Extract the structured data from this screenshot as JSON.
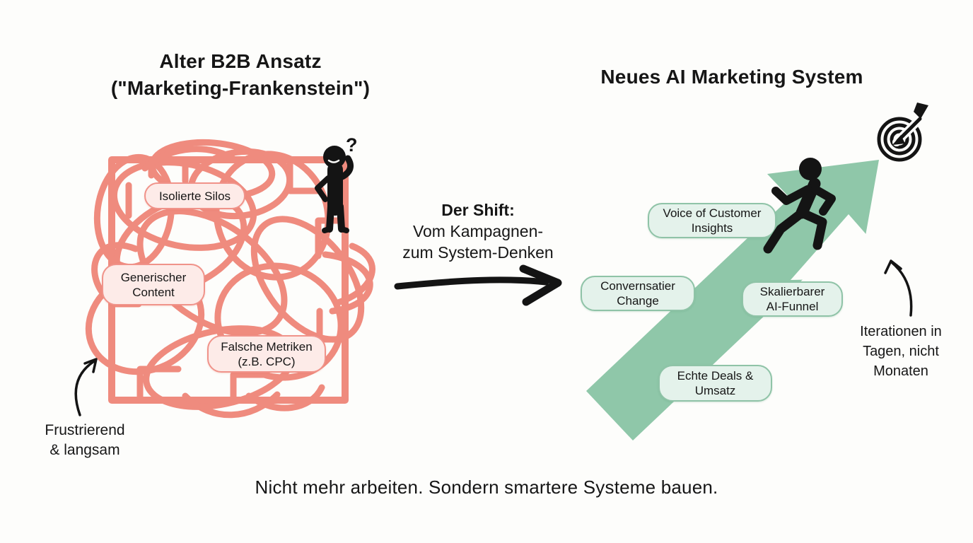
{
  "colors": {
    "background": "#fdfdfb",
    "scribble": "#ee8274",
    "pink_fill": "#fdebe8",
    "pink_border": "#f0938a",
    "green_arrow": "#8fc7a9",
    "green_fill": "#e4f2eb",
    "green_border": "#8fc3a7",
    "ink": "#161616"
  },
  "icons": {
    "confused_person": "confused-person-icon",
    "running_person": "running-person-icon",
    "target_dart": "target-dart-icon"
  },
  "old_approach": {
    "title_line1": "Alter B2B Ansatz",
    "title_line2": "(\"Marketing-Frankenstein\")",
    "labels": [
      {
        "text": "Isolierte Silos"
      },
      {
        "text": "Generischer Content"
      },
      {
        "text": "Falsche Metriken (z.B. CPC)"
      }
    ],
    "question_mark": "?",
    "caption_line1": "Frustrierend",
    "caption_line2": "& langsam"
  },
  "shift": {
    "heading": "Der Shift:",
    "line1": "Vom Kampagnen-",
    "line2": "zum System-Denken"
  },
  "new_system": {
    "title": "Neues AI Marketing System",
    "labels": [
      {
        "text": "Voice of Customer Insights"
      },
      {
        "text": "Convernsatier Change"
      },
      {
        "text": "Skalierbarer AI-Funnel"
      },
      {
        "text": "Echte Deals & Umsatz"
      }
    ],
    "caption_line1": "Iterationen in",
    "caption_line2": "Tagen, nicht",
    "caption_line3": "Monaten"
  },
  "footer": {
    "tagline": "Nicht mehr arbeiten. Sondern smartere Systeme bauen."
  }
}
